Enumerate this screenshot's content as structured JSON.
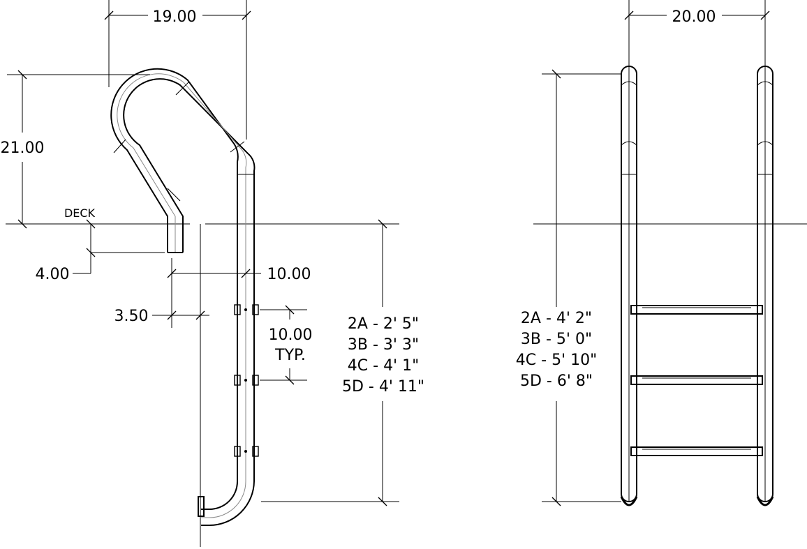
{
  "side_view": {
    "dim_width": "19.00",
    "dim_height": "21.00",
    "dim_handrail_drop": "4.00",
    "dim_setback": "3.50",
    "dim_reach": "10.00",
    "dim_step_spacing": "10.00",
    "dim_step_spacing_note": "TYP.",
    "deck_label": "DECK",
    "depth_table": [
      "2A - 2' 5\"",
      "3B - 3' 3\"",
      "4C - 4' 1\"",
      "5D - 4' 11\""
    ]
  },
  "front_view": {
    "dim_width": "20.00",
    "height_table": [
      "2A - 4' 2\"",
      "3B - 5' 0\"",
      "4C - 5' 10\"",
      "5D - 6' 8\""
    ]
  }
}
